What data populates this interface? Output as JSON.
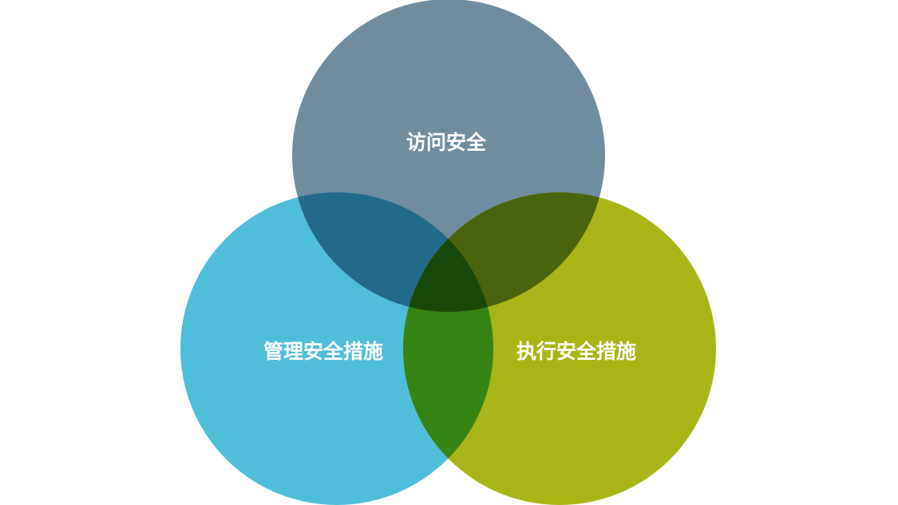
{
  "diagram": {
    "type": "venn",
    "sets": [
      {
        "id": "access",
        "label": "访问安全",
        "color": "#6F8D9F"
      },
      {
        "id": "management",
        "label": "管理安全措施",
        "color": "#4FBED8"
      },
      {
        "id": "execution",
        "label": "执行安全措施",
        "color": "#A9B516"
      }
    ],
    "overlaps": [
      {
        "sets": [
          "access",
          "management"
        ],
        "color": "#236A89"
      },
      {
        "sets": [
          "access",
          "execution"
        ],
        "color": "#4A640D"
      },
      {
        "sets": [
          "management",
          "execution"
        ],
        "color": "#368413"
      },
      {
        "sets": [
          "access",
          "management",
          "execution"
        ],
        "color": "#19480B"
      }
    ]
  }
}
